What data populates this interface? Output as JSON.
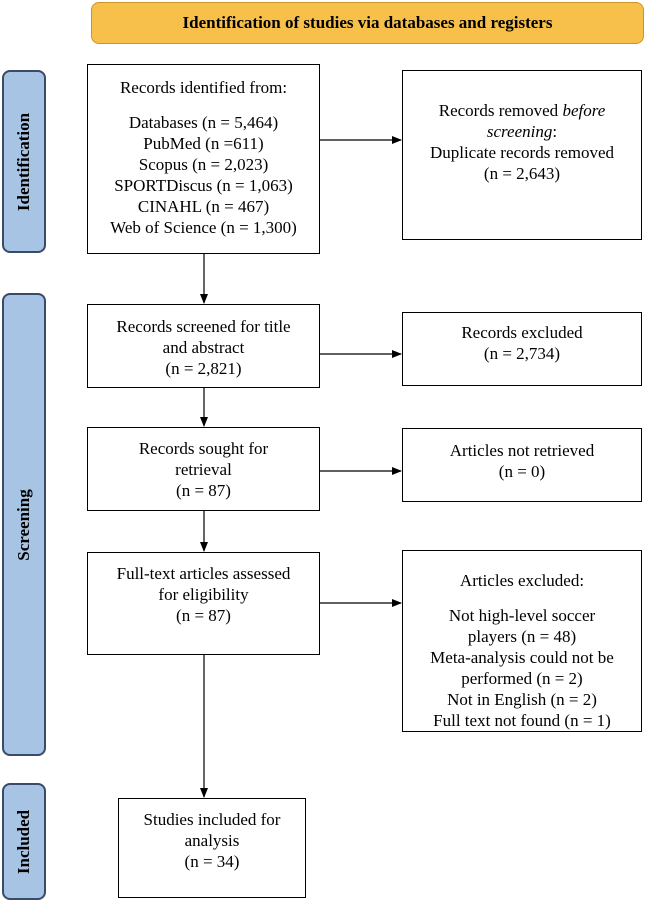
{
  "header": "Identification of studies via databases and registers",
  "phases": {
    "identification": "Identification",
    "screening": "Screening",
    "included": "Included"
  },
  "identified": {
    "title": "Records identified from:",
    "lines": [
      "Databases (n = 5,464)",
      "PubMed (n =611)",
      "Scopus (n = 2,023)",
      "SPORTDiscus (n = 1,063)",
      "CINAHL (n = 467)",
      "Web of Science (n = 1,300)"
    ]
  },
  "removed": {
    "line1_prefix": "Records removed ",
    "line1_italic": "before",
    "line2_italic": "screening",
    "line2_suffix": ":",
    "line3": "Duplicate records removed",
    "line4": "(n = 2,643)"
  },
  "screened": {
    "lines": [
      "Records screened for title",
      "and abstract",
      "(n = 2,821)"
    ]
  },
  "excluded": {
    "lines": [
      "Records excluded",
      "(n = 2,734)"
    ]
  },
  "sought": {
    "lines": [
      "Records sought for",
      "retrieval",
      "(n = 87)"
    ]
  },
  "not_retrieved": {
    "lines": [
      "Articles not retrieved",
      "(n = 0)"
    ]
  },
  "assessed": {
    "lines": [
      "Full-text articles assessed",
      "for eligibility",
      "(n = 87)"
    ]
  },
  "articles_excluded": {
    "title": "Articles excluded:",
    "lines": [
      "Not high-level soccer",
      "players (n = 48)",
      "Meta-analysis could not be",
      "performed (n = 2)",
      "Not in English (n = 2)",
      "Full text not found (n = 1)"
    ]
  },
  "included": {
    "lines": [
      "Studies included for",
      "analysis",
      "(n = 34)"
    ]
  }
}
